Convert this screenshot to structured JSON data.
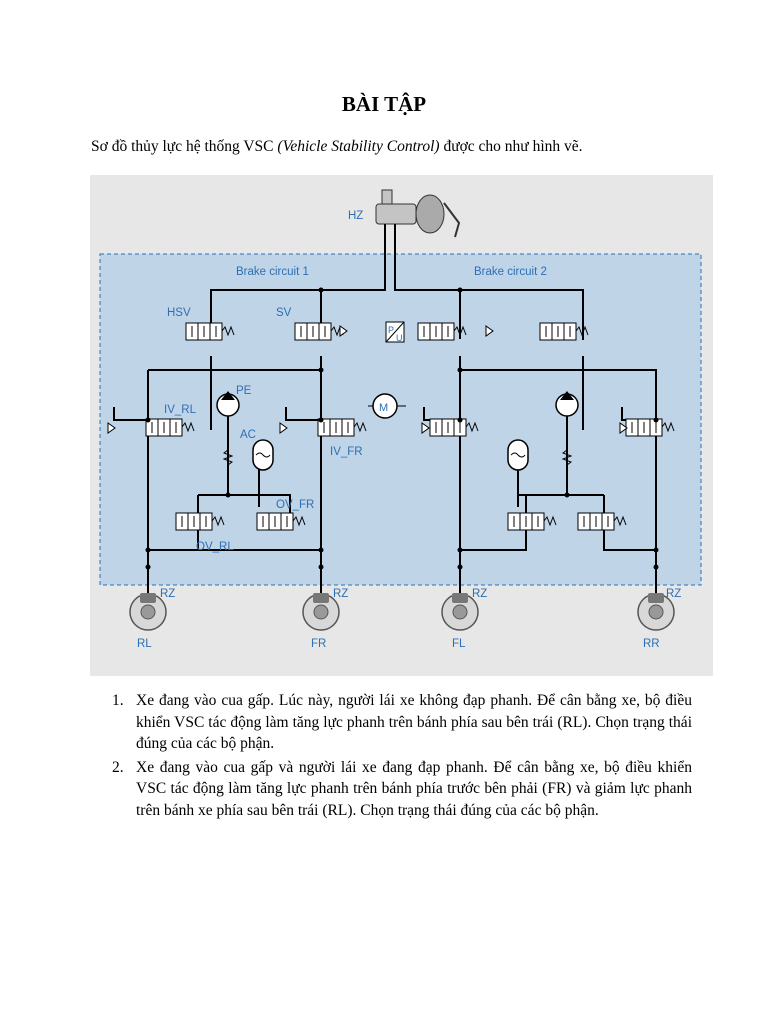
{
  "doc": {
    "title": "BÀI TẬP",
    "intro_before": "Sơ đồ thủy lực hệ thống VSC ",
    "intro_italic": "(Vehicle Stability Control)",
    "intro_after": " được cho như hình vẽ.",
    "questions": [
      {
        "num": "1.",
        "text": "Xe đang vào cua gấp. Lúc này, người lái xe không đạp phanh. Để cân bằng xe, bộ điều khiển VSC tác động làm tăng lực phanh trên bánh phía sau bên trái (RL). Chọn trạng thái đúng của các bộ phận."
      },
      {
        "num": "2.",
        "text": "Xe đang vào cua gấp và người lái xe đang đạp phanh. Để cân bằng xe, bộ điều khiển VSC tác động làm tăng lực phanh trên bánh phía trước bên phải (FR) và giảm lực phanh trên bánh xe phía sau bên trái (RL). Chọn trạng thái đúng của các bộ phận."
      }
    ]
  },
  "diagram": {
    "hz": "HZ",
    "circuit1": "Brake circuit 1",
    "circuit2": "Brake circuit 2",
    "hsv": "HSV",
    "sv": "SV",
    "pe": "PE",
    "ac": "AC",
    "iv_rl": "IV_RL",
    "iv_fr": "IV_FR",
    "ov_fr": "OV_FR",
    "ov_rl": "OV_RL",
    "motor": "M",
    "sensor_p": "P",
    "sensor_u": "U",
    "rz": "RZ",
    "wheels": [
      "RL",
      "FR",
      "FL",
      "RR"
    ],
    "colors": {
      "panel": "#c0d4e8",
      "label": "#2d6fb3",
      "background": "#e7e7e7"
    }
  }
}
